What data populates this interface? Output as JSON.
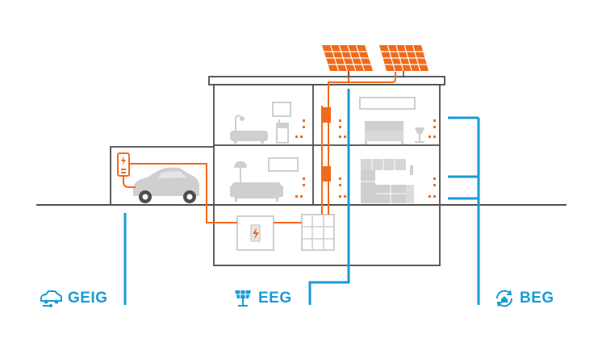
{
  "labels": {
    "geig": "GEIG",
    "eeg": "EEG",
    "beg": "BEG"
  },
  "icons": {
    "geig": "electric-car-icon",
    "eeg": "solar-panel-icon",
    "beg": "house-renovation-icon"
  },
  "colors": {
    "blue": "#1a9ad6",
    "orange": "#f26a1b",
    "gray_line": "#4d4d4d",
    "gray_fill": "#c9c9c9",
    "gray_light": "#e3e3e3"
  }
}
